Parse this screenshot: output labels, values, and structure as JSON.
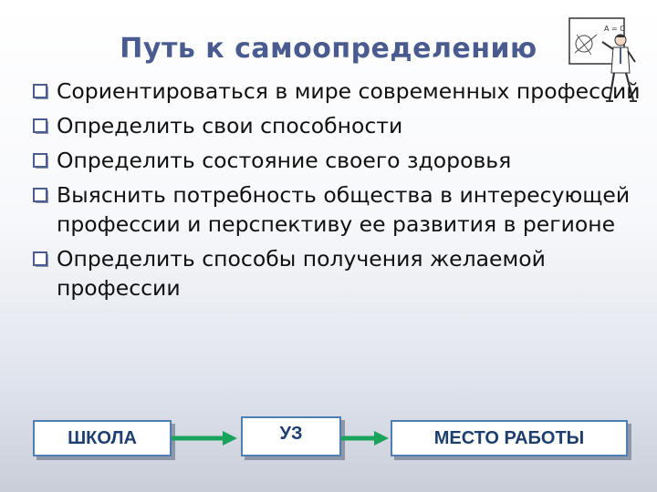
{
  "title": "Путь к самоопределению",
  "bullets": [
    "Сориентироваться в мире современных профессий",
    "Определить свои способности",
    "Определить состояние своего здоровья",
    "Выяснить потребность общества в интересующей профессии и перспективу ее развития в регионе",
    "Определить способы получения желаемой профессии"
  ],
  "flow": {
    "step1": "ШКОЛА",
    "step2": "УЗ",
    "step3": "МЕСТО РАБОТЫ"
  },
  "clipart_board_text": "A = C",
  "colors": {
    "title": "#4a5c8f",
    "bullet_marker": "#4a5c8f",
    "arrow": "#1aa35a",
    "box_border": "#4d7fb5",
    "box_text": "#1e3f6e"
  }
}
